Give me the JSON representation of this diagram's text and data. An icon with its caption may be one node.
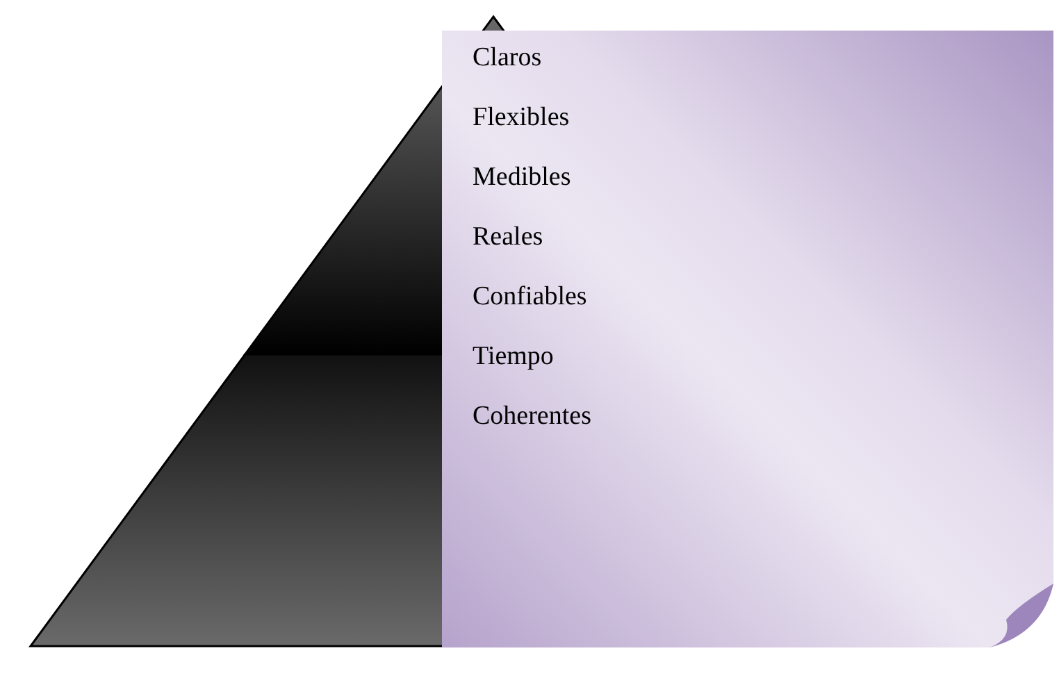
{
  "diagram": {
    "nodes": [
      {
        "text": [
          "Claros",
          "Flexibles",
          "Medibles",
          "Reales",
          "Confiables",
          "Tiempo",
          "Coherentes"
        ]
      }
    ]
  }
}
